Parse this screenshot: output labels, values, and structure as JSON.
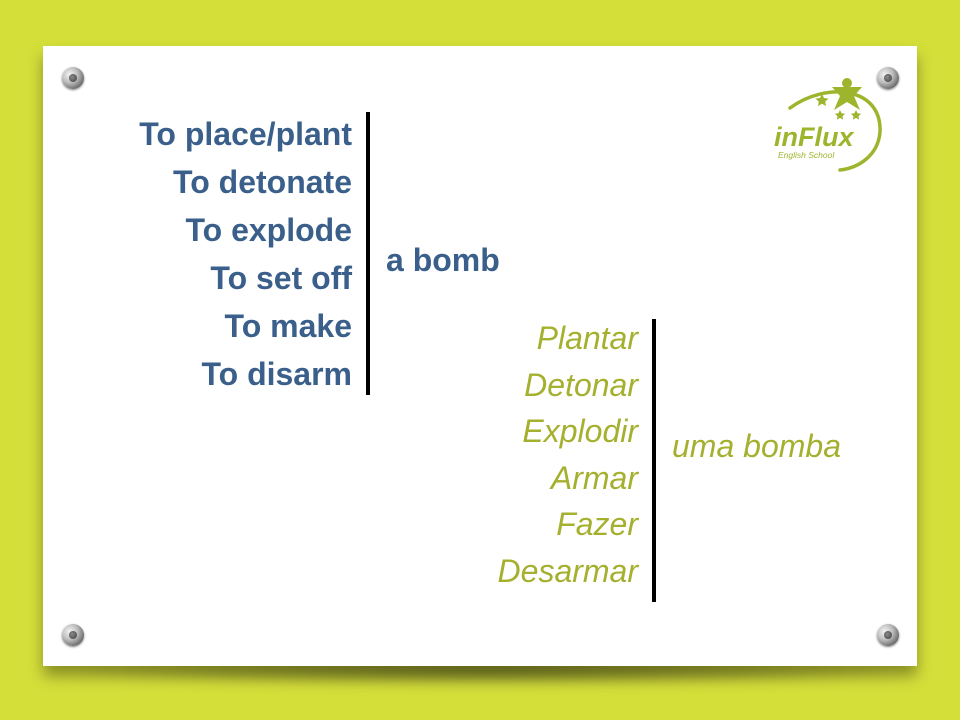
{
  "english": {
    "verbs": [
      "To place/plant",
      "To detonate",
      "To explode",
      "To set off",
      "To make",
      "To disarm"
    ],
    "object": "a bomb"
  },
  "portuguese": {
    "verbs": [
      "Plantar",
      "Detonar",
      "Explodir",
      "Armar",
      "Fazer",
      "Desarmar"
    ],
    "object": "uma bomba"
  },
  "logo": {
    "name": "inFlux",
    "tagline": "English School"
  },
  "colors": {
    "background": "#d5df3a",
    "english_text": "#3a5f8b",
    "portuguese_text": "#a5b02e",
    "logo_green": "#9cb52c"
  }
}
